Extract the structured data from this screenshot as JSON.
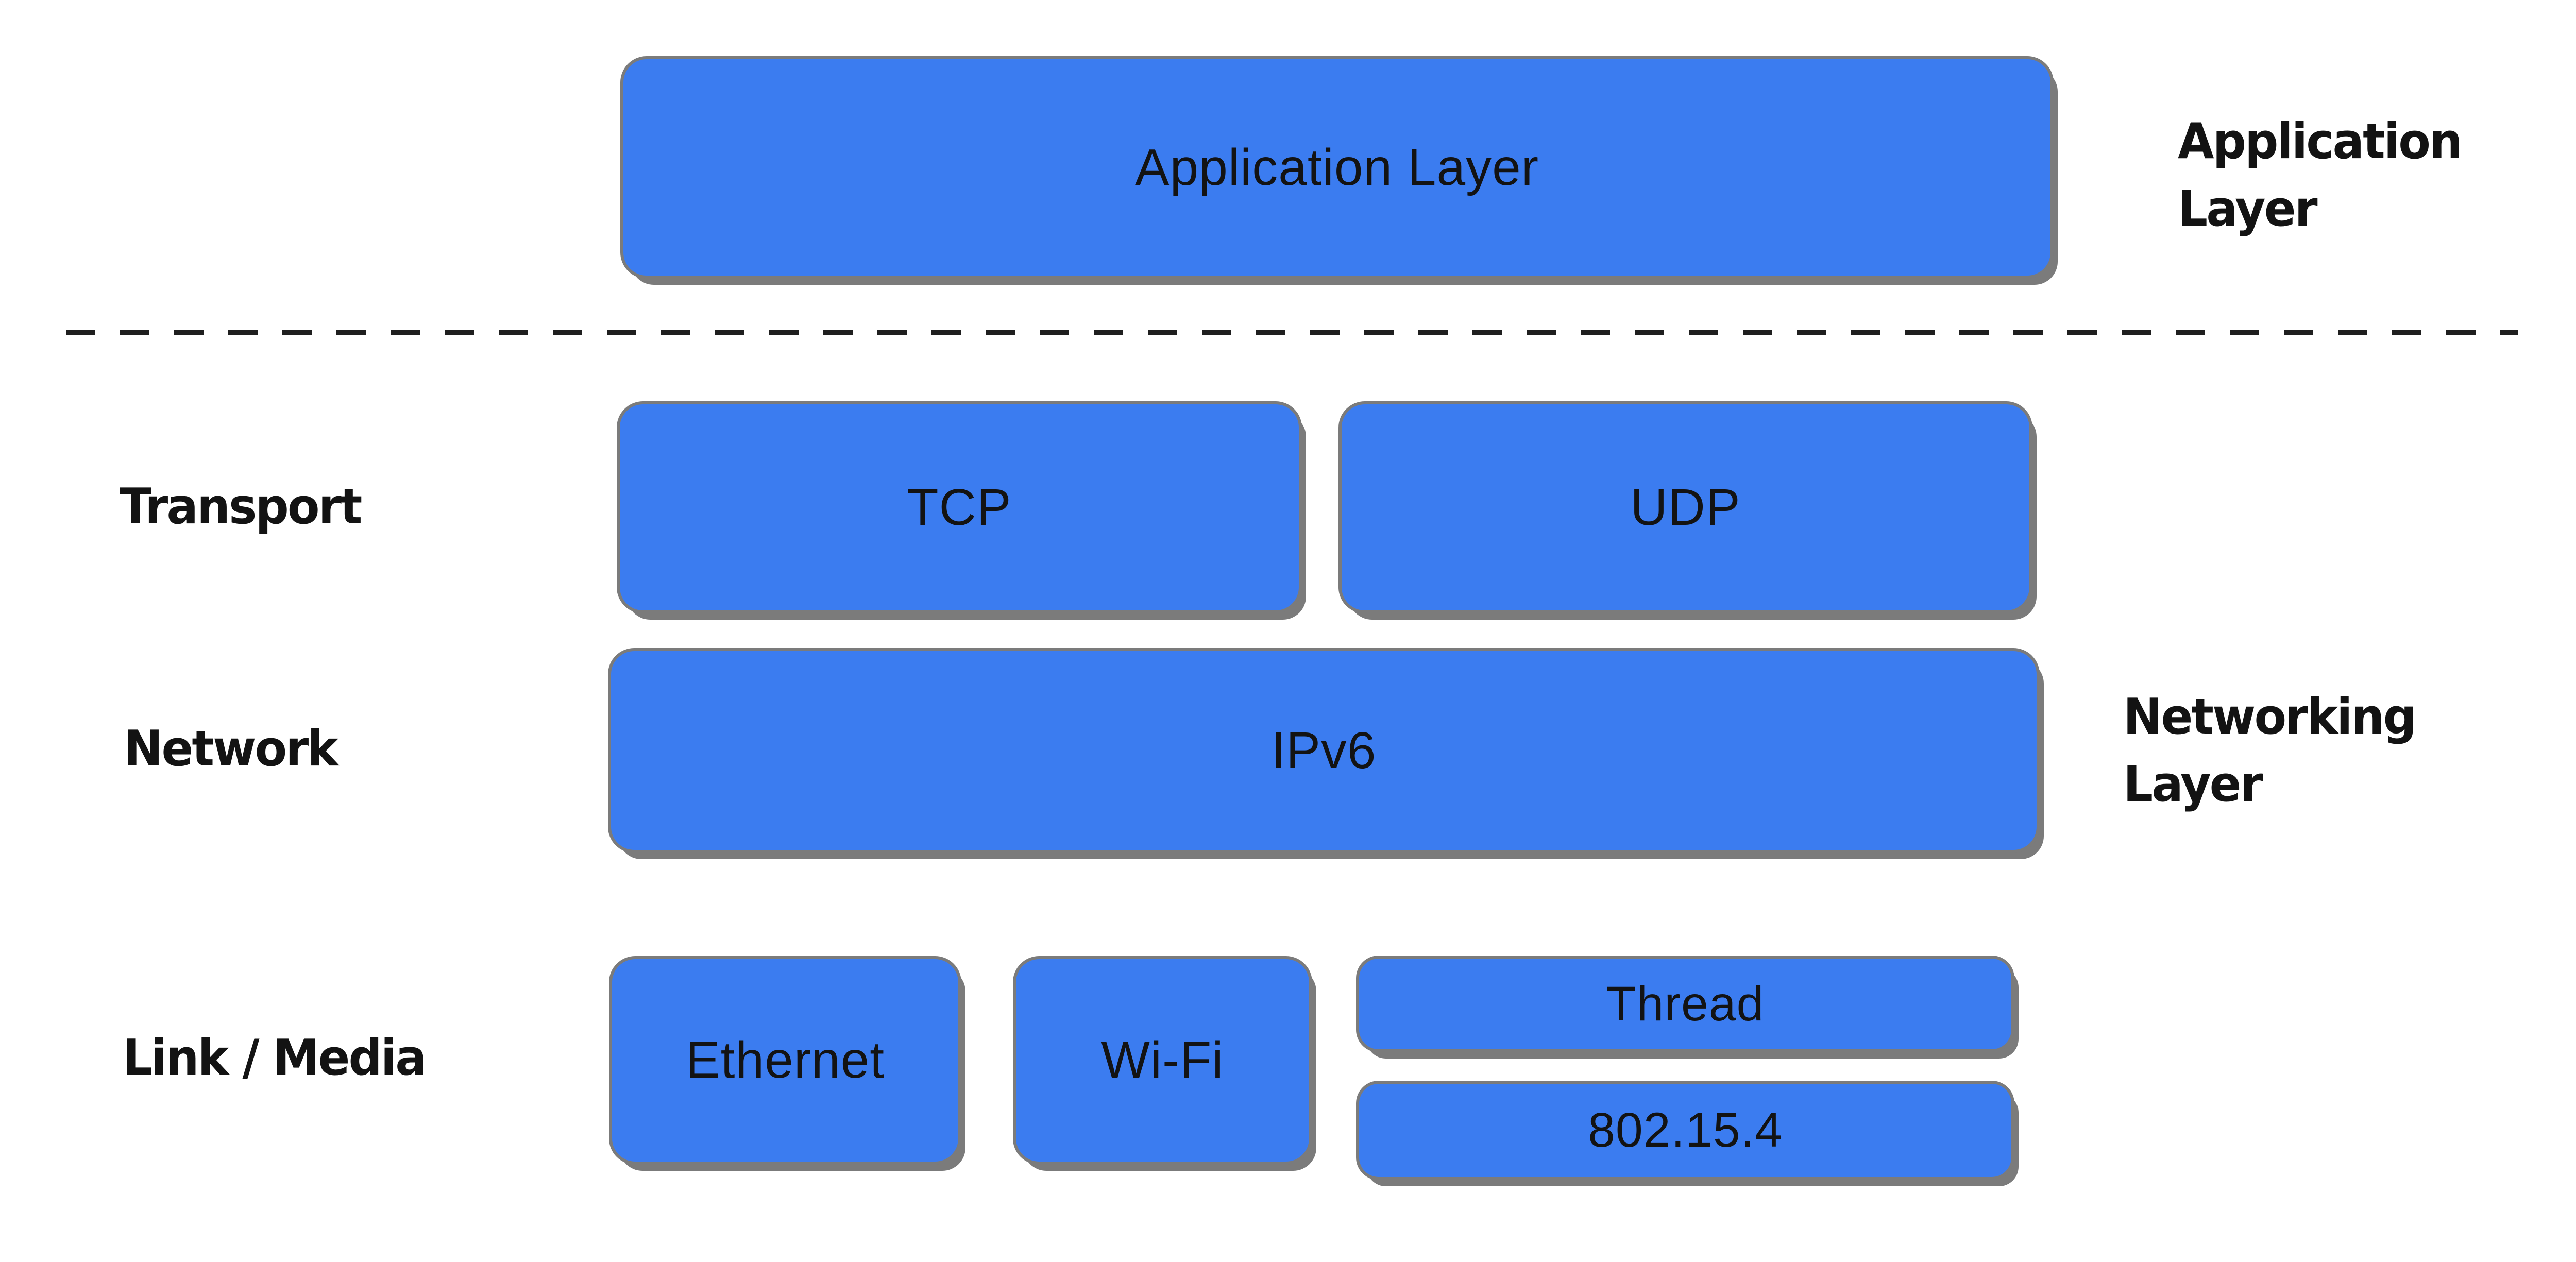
{
  "diagram": {
    "colors": {
      "box_fill": "#3B7CF0",
      "shadow": "#7B7B7B",
      "dash": "#1F1F1F",
      "text": "#131313",
      "background": "#FFFFFF"
    },
    "boxes": {
      "application": {
        "label": "Application Layer"
      },
      "tcp": {
        "label": "TCP"
      },
      "udp": {
        "label": "UDP"
      },
      "ipv6": {
        "label": "IPv6"
      },
      "ethernet": {
        "label": "Ethernet"
      },
      "wifi": {
        "label": "Wi-Fi"
      },
      "thread": {
        "label": "Thread"
      },
      "dot154": {
        "label": "802.15.4"
      }
    },
    "row_labels": [
      {
        "label": "Transport"
      },
      {
        "label": "Network"
      },
      {
        "label": "Link / Media"
      }
    ],
    "side_labels": [
      {
        "text": "Application\nLayer"
      },
      {
        "text": "Networking\nLayer"
      }
    ]
  }
}
